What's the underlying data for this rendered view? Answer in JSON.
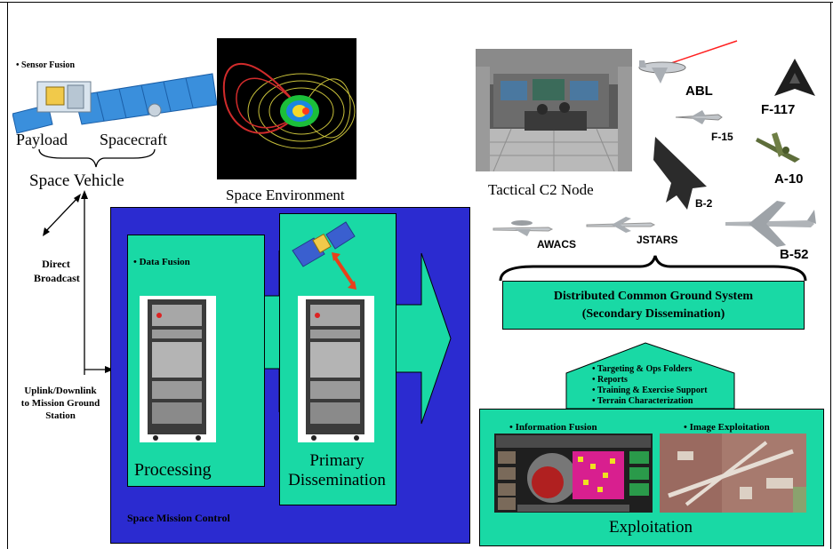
{
  "space_vehicle": {
    "sensor_fusion": "• Sensor Fusion",
    "payload": "Payload",
    "spacecraft": "Spacecraft",
    "title": "Space Vehicle"
  },
  "space_environment": {
    "caption": "Space Environment"
  },
  "tactical_node": {
    "caption": "Tactical C2 Node"
  },
  "aircraft": {
    "abl": "ABL",
    "f117": "F-117",
    "f15": "F-15",
    "a10": "A-10",
    "b2": "B-2",
    "awacs": "AWACS",
    "jstars": "JSTARS",
    "b52": "B-52"
  },
  "links": {
    "direct_broadcast_1": "Direct",
    "direct_broadcast_2": "Broadcast",
    "uplink_1": "Uplink/Downlink",
    "uplink_2": "to Mission Ground",
    "uplink_3": "Station"
  },
  "mission_control": {
    "label": "Space Mission Control",
    "data_fusion": "• Data Fusion",
    "processing": "Processing",
    "primary_1": "Primary",
    "primary_2": "Dissemination"
  },
  "dcgs": {
    "line1": "Distributed Common Ground System",
    "line2": "(Secondary Dissemination)"
  },
  "products": [
    "• Targeting & Ops Folders",
    "• Reports",
    "• Training & Exercise Support",
    "• Terrain Characterization"
  ],
  "exploitation": {
    "info_fusion": "• Information Fusion",
    "image_exploitation": "• Image Exploitation",
    "title": "Exploitation"
  },
  "colors": {
    "green": "#19d9a5",
    "blue": "#2b2bd0",
    "arrow_red": "#e8401a"
  }
}
